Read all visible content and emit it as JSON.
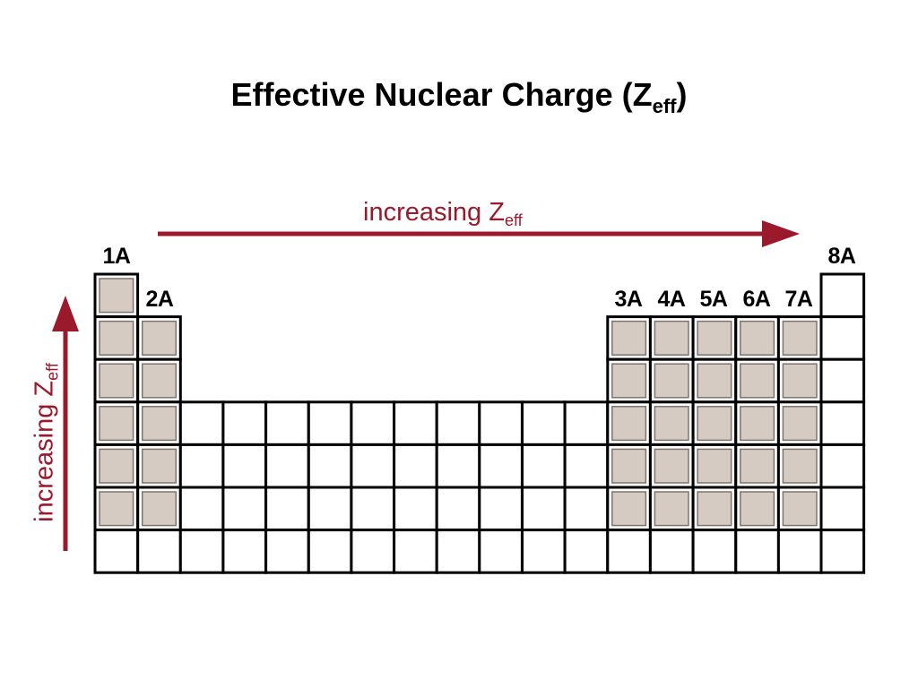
{
  "title": {
    "main": "Effective Nuclear Charge (Z",
    "sub": "eff",
    "close": ")"
  },
  "arrows": {
    "horizontal": {
      "text": "increasing Z",
      "sub": "eff"
    },
    "vertical": {
      "text": "increasing Z",
      "sub": "eff"
    }
  },
  "groups": {
    "g1": "1A",
    "g2": "2A",
    "g3": "3A",
    "g4": "4A",
    "g5": "5A",
    "g6": "6A",
    "g7": "7A",
    "g8": "8A"
  },
  "colors": {
    "arrow": "#9a1a2c",
    "highlight": "#d6cbc3",
    "grid": "#000000"
  }
}
